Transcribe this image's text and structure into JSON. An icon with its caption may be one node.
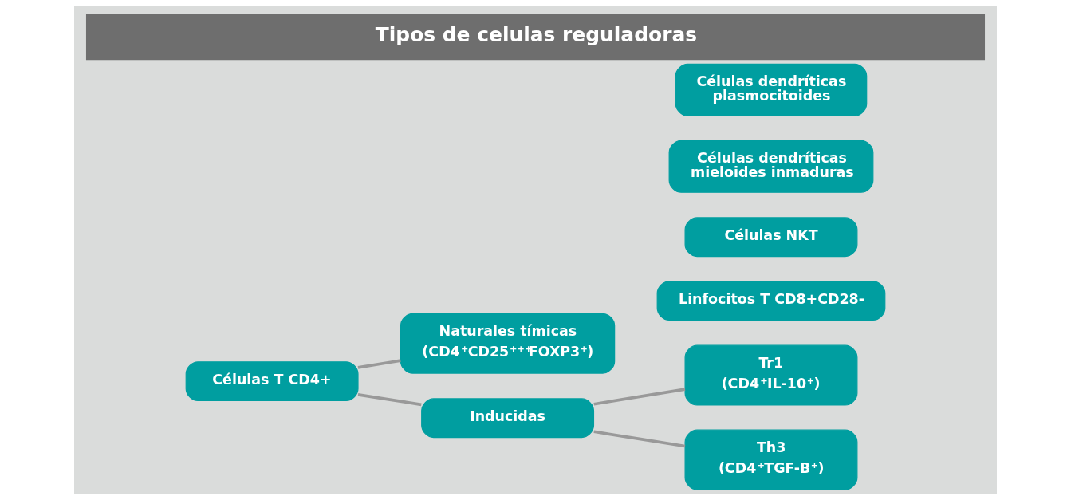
{
  "diagram": {
    "title": "Tipos de celulas reguladoras",
    "nodes": [
      {
        "text": [
          "Células T CD4+"
        ]
      },
      {
        "text": [
          "Naturales tímicas",
          "(CD4$^{+}$CD25$^{+++}$FOXP3$^{+}$)"
        ]
      },
      {
        "text": [
          "Inducidas"
        ]
      },
      {
        "text": [
          "Tr1",
          "(CD4$^{+}$IL-10$^{+}$)"
        ]
      },
      {
        "text": [
          "Th3",
          "(CD4$^{+}$TGF-B$^{+}$)"
        ]
      },
      {
        "text": [
          "Linfocitos T CD8+CD28-"
        ]
      },
      {
        "text": [
          "Células NKT"
        ]
      },
      {
        "text": [
          "Células dendríticas mieloides inmaduras"
        ]
      },
      {
        "text": [
          "Células dendríticas plasmocitoides"
        ]
      }
    ],
    "edges": [
      {
        "from": 0,
        "to": 1,
        "arrow": "none"
      },
      {
        "from": 0,
        "to": 2,
        "arrow": "none"
      },
      {
        "from": 2,
        "to": 3,
        "arrow": "none"
      },
      {
        "from": 2,
        "to": 4,
        "arrow": "none"
      }
    ]
  }
}
